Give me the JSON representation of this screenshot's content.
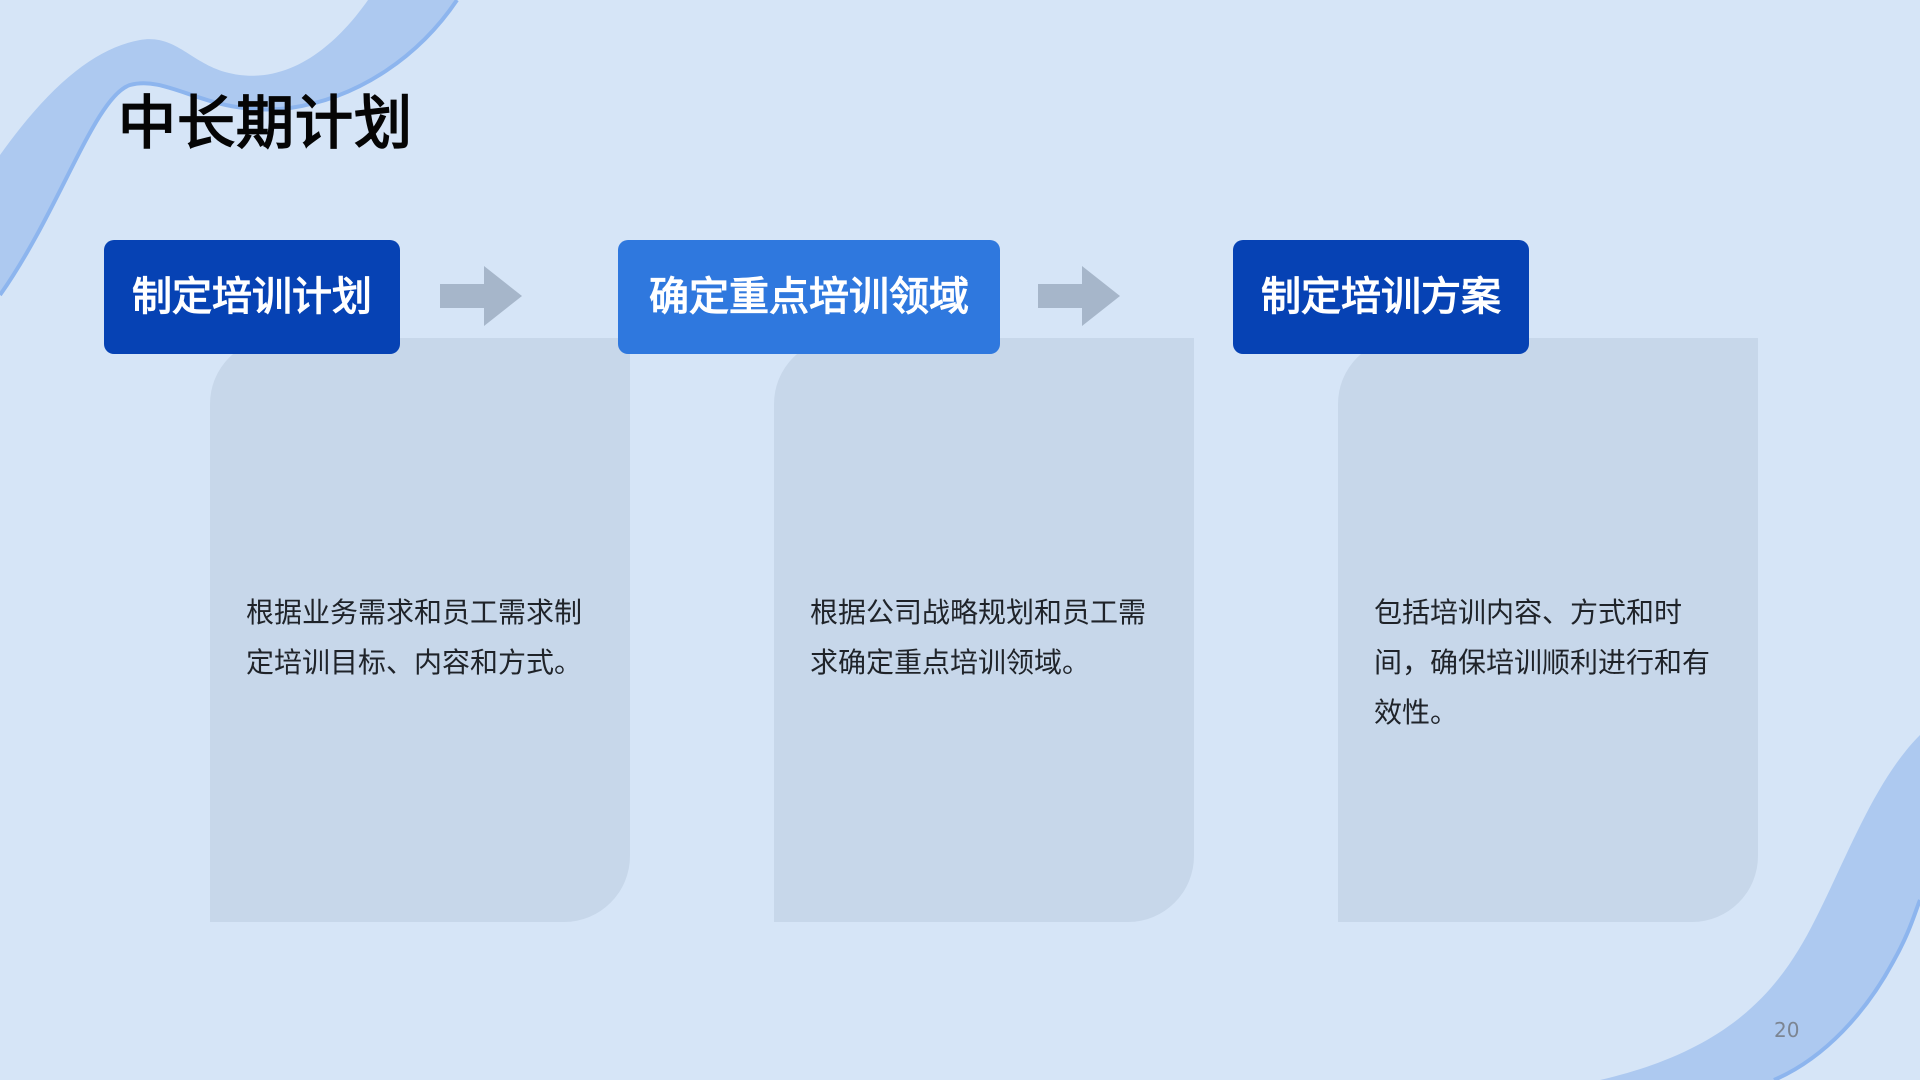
{
  "slide": {
    "title": "中长期计划",
    "page_number": "20"
  },
  "steps": [
    {
      "header": "制定培训计划",
      "description": "根据业务需求和员工需求制定培训目标、内容和方式。"
    },
    {
      "header": "确定重点培训领域",
      "description": "根据公司战略规划和员工需求确定重点培训领域。"
    },
    {
      "header": "制定培训方案",
      "description": "包括培训内容、方式和时间，确保培训顺利进行和有效性。"
    }
  ],
  "colors": {
    "background": "#d6e5f7",
    "header_dark": "#0642b4",
    "header_light": "#2f78de",
    "card": "#c7d7ea",
    "wave": "#adc9f0",
    "wave_edge": "#8db5ee",
    "arrow": "#a6b6ca"
  }
}
